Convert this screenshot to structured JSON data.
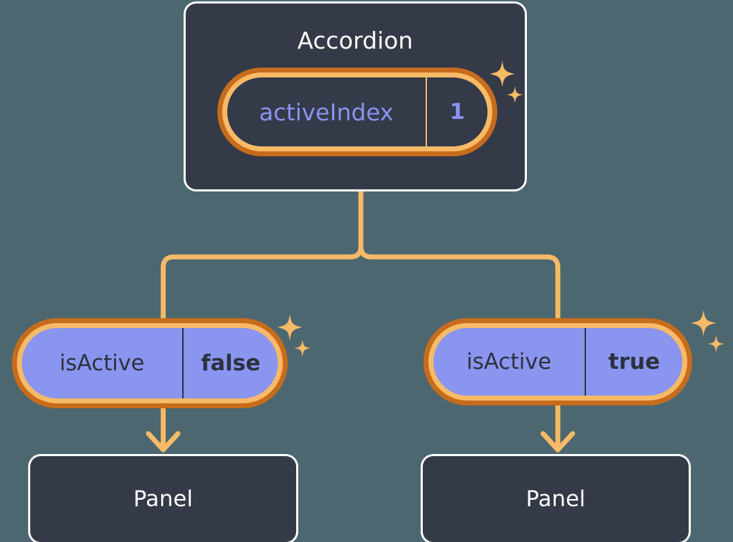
{
  "theme": {
    "background": "#4c6770",
    "box_fill": "#343a48",
    "box_border": "#ffffff",
    "connector": "#f7ba67",
    "pill_outer_ring": "#c76c1c",
    "pill_inner_ring": "#f7ba67",
    "pill_purple_fill": "#8a95ef",
    "accent_purple_text": "#8a92f0",
    "dark_text": "#2c3240"
  },
  "diagram": {
    "type": "component-tree",
    "root": {
      "title": "Accordion",
      "state": {
        "key": "activeIndex",
        "value": "1"
      }
    },
    "branches": [
      {
        "prop": {
          "key": "isActive",
          "value": "false"
        },
        "child": {
          "title": "Panel"
        }
      },
      {
        "prop": {
          "key": "isActive",
          "value": "true"
        },
        "child": {
          "title": "Panel"
        }
      }
    ],
    "decorations": [
      {
        "name": "sparkle-accordion",
        "glyph": "four-point-star"
      },
      {
        "name": "sparkle-left",
        "glyph": "four-point-star"
      },
      {
        "name": "sparkle-right",
        "glyph": "four-point-star"
      }
    ]
  }
}
